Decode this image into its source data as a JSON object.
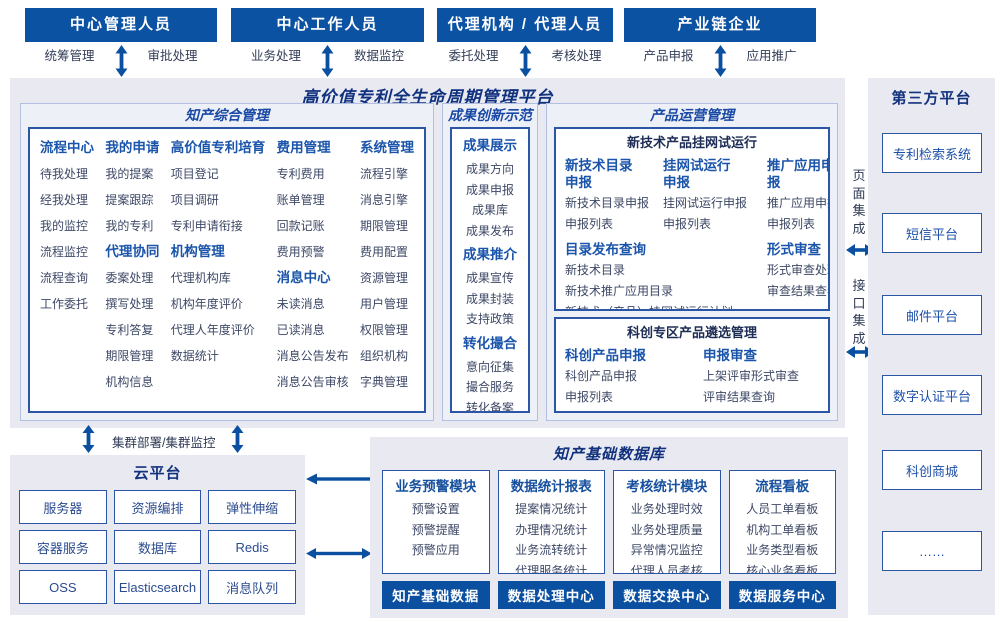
{
  "colors": {
    "accent": "#0b4fa0",
    "panel_bg": "#e9eaf1",
    "navy_title": "#12327e",
    "group_header_blue": "#1b55ab",
    "item_text": "#3d4866"
  },
  "roles": [
    {
      "title": "中心管理人员",
      "left_label": "统筹管理",
      "right_label": "审批处理"
    },
    {
      "title": "中心工作人员",
      "left_label": "业务处理",
      "right_label": "数据监控"
    },
    {
      "title": "代理机构 / 代理人员",
      "left_label": "委托处理",
      "right_label": "考核处理"
    },
    {
      "title": "产业链企业",
      "left_label": "产品申报",
      "right_label": "应用推广"
    }
  ],
  "platform": {
    "title": "高价值专利全生命周期管理平台",
    "sections": {
      "comprehensive": {
        "title": "知产综合管理",
        "columns": [
          {
            "groups": [
              {
                "header": "流程中心",
                "items": [
                  "待我处理",
                  "经我处理",
                  "我的监控",
                  "流程监控",
                  "流程查询",
                  "工作委托"
                ]
              }
            ]
          },
          {
            "groups": [
              {
                "header": "我的申请",
                "items": [
                  "我的提案",
                  "提案跟踪",
                  "我的专利"
                ]
              },
              {
                "header": "代理协同",
                "items": [
                  "委案处理",
                  "撰写处理",
                  "专利答复",
                  "期限管理",
                  "机构信息"
                ]
              }
            ]
          },
          {
            "groups": [
              {
                "header": "高价值专利培育",
                "items": [
                  "项目登记",
                  "项目调研",
                  "专利申请衔接"
                ]
              },
              {
                "header": "机构管理",
                "items": [
                  "代理机构库",
                  "机构年度评价",
                  "代理人年度评价",
                  "数据统计"
                ]
              }
            ]
          },
          {
            "groups": [
              {
                "header": "费用管理",
                "items": [
                  "专利费用",
                  "账单管理",
                  "回款记账",
                  "费用预警"
                ]
              },
              {
                "header": "消息中心",
                "items": [
                  "未读消息",
                  "已读消息",
                  "消息公告发布",
                  "消息公告审核"
                ]
              }
            ]
          },
          {
            "groups": [
              {
                "header": "系统管理",
                "items": [
                  "流程引擎",
                  "消息引擎",
                  "期限管理",
                  "费用配置",
                  "资源管理",
                  "用户管理",
                  "权限管理",
                  "组织机构",
                  "字典管理"
                ]
              }
            ]
          }
        ]
      },
      "innovation": {
        "title": "成果创新示范",
        "groups": [
          {
            "header": "成果展示",
            "items": [
              "成果方向",
              "成果申报",
              "成果库",
              "成果发布"
            ]
          },
          {
            "header": "成果推介",
            "items": [
              "成果宣传",
              "成果封装",
              "支持政策"
            ]
          },
          {
            "header": "转化撮合",
            "items": [
              "意向征集",
              "撮合服务",
              "转化备案"
            ]
          }
        ]
      },
      "product": {
        "title": "产品运营管理",
        "trial_box": {
          "title": "新技术产品挂网试运行",
          "groups": [
            {
              "header": "新技术目录\n申报",
              "items": [
                "新技术目录申报",
                "申报列表"
              ]
            },
            {
              "header": "挂网试运行\n申报",
              "items": [
                "挂网试运行申报",
                "申报列表"
              ]
            },
            {
              "header": "推广应用申报",
              "items": [
                "推广应用申报",
                "申报列表"
              ]
            },
            {
              "header": "目录发布查询",
              "items": [
                "新技术目录",
                "新技术推广应用目录",
                "新技术（产品）挂网试运行计划"
              ]
            },
            {
              "header": "形式审查",
              "items": [
                "形式审查处理",
                "审查结果查看"
              ]
            }
          ]
        },
        "selection_box": {
          "title": "科创专区产品遴选管理",
          "groups": [
            {
              "header": "科创产品申报",
              "items": [
                "科创产品申报",
                "申报列表"
              ]
            },
            {
              "header": "申报审查",
              "items": [
                "上架评审形式审查",
                "评审结果查询"
              ]
            }
          ]
        }
      }
    }
  },
  "integration": {
    "page_label": "页面集成",
    "api_label": "接口集成"
  },
  "third_party": {
    "title": "第三方平台",
    "items": [
      "专利检索系统",
      "短信平台",
      "邮件平台",
      "数字认证平台",
      "科创商城",
      "……"
    ]
  },
  "cluster_label": "集群部署/集群监控",
  "cloud": {
    "title": "云平台",
    "items": [
      "服务器",
      "资源编排",
      "弹性伸缩",
      "容器服务",
      "数据库",
      "Redis",
      "OSS",
      "Elasticsearch",
      "消息队列"
    ]
  },
  "database": {
    "title": "知产基础数据库",
    "columns": [
      {
        "header": "业务预警模块",
        "items": [
          "预警设置",
          "预警提醒",
          "预警应用"
        ],
        "bar": "知产基础数据"
      },
      {
        "header": "数据统计报表",
        "items": [
          "提案情况统计",
          "办理情况统计",
          "业务流转统计",
          "代理服务统计"
        ],
        "bar": "数据处理中心"
      },
      {
        "header": "考核统计模块",
        "items": [
          "业务处理时效",
          "业务处理质量",
          "异常情况监控",
          "代理人员考核"
        ],
        "bar": "数据交换中心"
      },
      {
        "header": "流程看板",
        "items": [
          "人员工单看板",
          "机构工单看板",
          "业务类型看板",
          "核心业务看板"
        ],
        "bar": "数据服务中心"
      }
    ]
  }
}
